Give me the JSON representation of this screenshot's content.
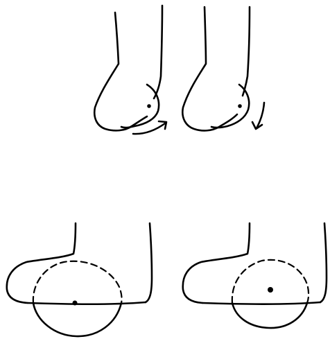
{
  "figure": {
    "panels": [
      {
        "id": "top-left",
        "view": "side",
        "motion_arrow": "curved-right-up"
      },
      {
        "id": "top-right",
        "view": "side",
        "motion_arrow": "curved-down"
      },
      {
        "id": "bottom-left",
        "view": "side",
        "dashed_circle_above_ground": true,
        "solid_arc_below_ground": true,
        "center_dot_on_ground": true
      },
      {
        "id": "bottom-right",
        "view": "side",
        "dashed_circle_above_ground": true,
        "solid_arc_below_ground": true,
        "center_dot_above_ground": true
      }
    ],
    "colors": {
      "ink": "#000000",
      "background": "#ffffff"
    }
  }
}
